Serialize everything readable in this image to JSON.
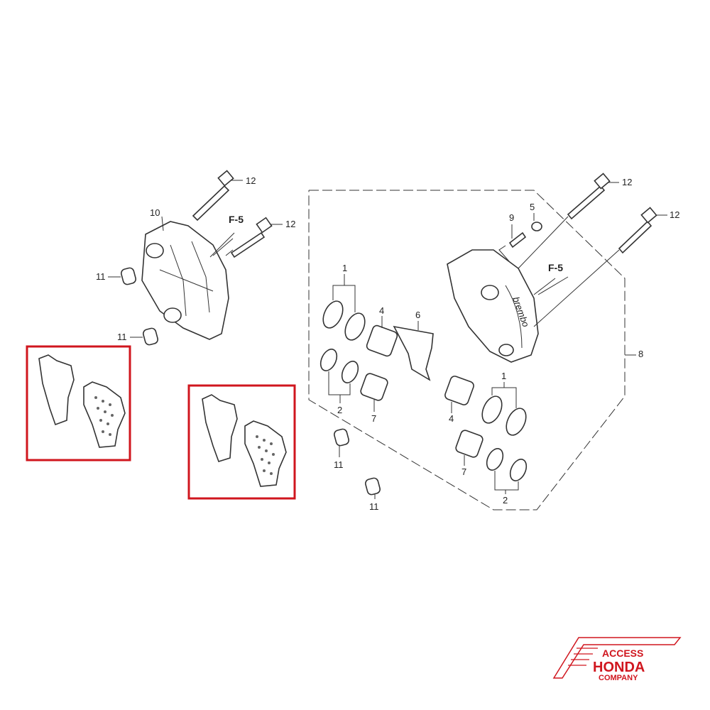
{
  "diagram": {
    "callouts": {
      "bolt_left_top": "12",
      "bolt_left_mid": "12",
      "bolt_right_top": "12",
      "bolt_right_far": "12",
      "caliper_left": "10",
      "collar_left_a": "11",
      "collar_left_b": "11",
      "collar_mid_a": "11",
      "collar_mid_b": "11",
      "bleeder": "9",
      "cap": "5",
      "seal_set_a": "1",
      "piston_a": "4",
      "pad_spring": "6",
      "seal_set_b": "2",
      "piston_b": "7",
      "seal_set_c": "1",
      "piston_c": "4",
      "piston_d": "7",
      "seal_set_d": "2",
      "caliper_assy": "8"
    },
    "reference_left": "F-5",
    "reference_right": "F-5",
    "caliper_brand_marking": "brembo",
    "highlight_color": "#d0161e"
  },
  "logo": {
    "line1": "ACCESS",
    "line2": "HONDA",
    "line3": "COMPANY",
    "color": "#d0161e"
  }
}
